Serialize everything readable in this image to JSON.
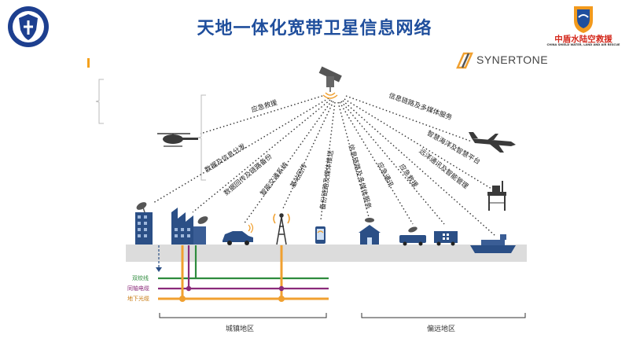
{
  "header": {
    "title": "天地一体化宽带卫星信息网络"
  },
  "logos": {
    "right_name": "中盾水陆空救援",
    "right_sub": "CHINA SHIELD WATER, LAND AND AIR RESCUE",
    "synertone": "SYNERTONE"
  },
  "links": [
    "应急救援",
    "数据及信息分发",
    "数据回传及链路备份",
    "智能交通系统",
    "基站回传",
    "备份链路及媒体推送",
    "信息链路及多媒体服务",
    "应急通讯",
    "应急救援",
    "远洋通讯及智能管理",
    "智慧海洋及智慧平台",
    "信息链路及多媒体服务"
  ],
  "legend": [
    "双绞线",
    "同轴电缆",
    "地下光缆"
  ],
  "regions": [
    "城镇地区",
    "偏远地区"
  ],
  "colors": {
    "twisted": "#2e8b3d",
    "coax": "#8b2a7a",
    "fiber": "#f0a030",
    "title": "#1f4e9c"
  }
}
